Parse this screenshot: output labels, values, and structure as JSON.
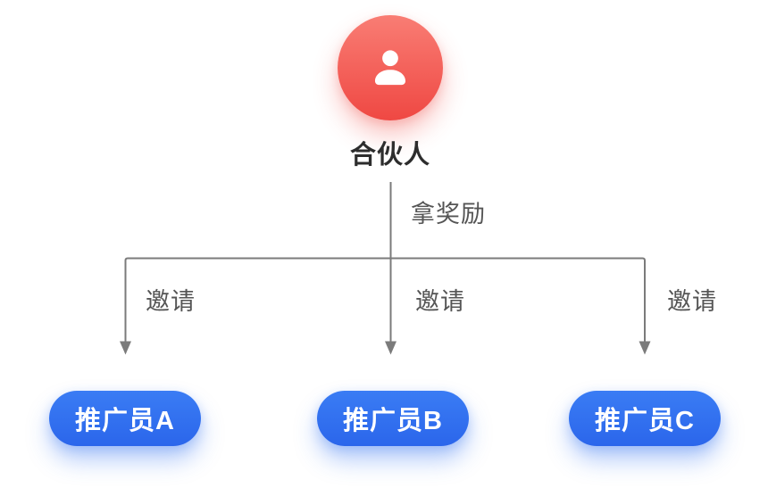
{
  "diagram": {
    "root": {
      "label": "合伙人",
      "icon": "person-icon"
    },
    "reward_edge_label": "拿奖励",
    "children": [
      {
        "label": "推广员A",
        "edge_label": "邀请"
      },
      {
        "label": "推广员B",
        "edge_label": "邀请"
      },
      {
        "label": "推广员C",
        "edge_label": "邀请"
      }
    ],
    "colors": {
      "avatar-top": "#F97D74",
      "avatar-bottom": "#EF4843",
      "pill-top": "#3A7CF4",
      "pill-bottom": "#2B66EB",
      "line": "#7B7B7B",
      "edge-label": "#555555",
      "root-label": "#2D2D2D",
      "node-text": "#FFFFFF"
    }
  }
}
